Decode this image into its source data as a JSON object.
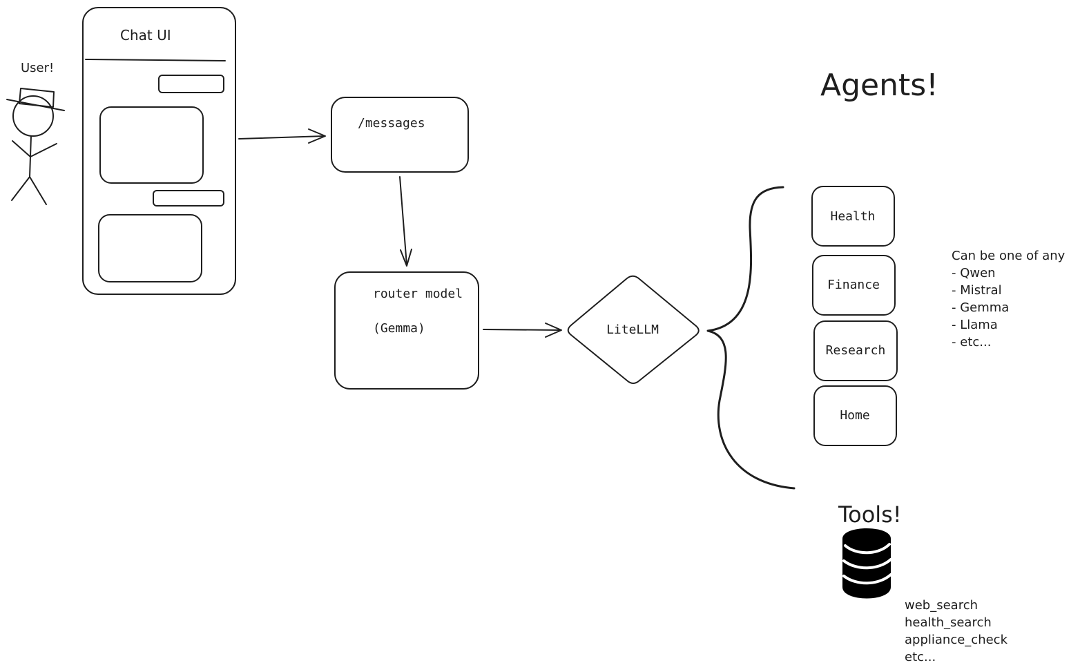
{
  "user": {
    "label": "User!"
  },
  "chat_ui": {
    "title": "Chat UI"
  },
  "endpoint": {
    "label": "/messages"
  },
  "router": {
    "line1": "router model",
    "line2": "(Gemma)"
  },
  "gateway": {
    "label": "LiteLLM"
  },
  "agents": {
    "title": "Agents!",
    "items": [
      {
        "label": "Health"
      },
      {
        "label": "Finance"
      },
      {
        "label": "Research"
      },
      {
        "label": "Home"
      }
    ],
    "models_note": {
      "lines": [
        "Can be one of any",
        "- Qwen",
        "- Mistral",
        "- Gemma",
        "- Llama",
        "- etc..."
      ]
    }
  },
  "tools": {
    "title": "Tools!",
    "icon": "database-icon",
    "items": [
      "web_search",
      "health_search",
      "appliance_check",
      "etc..."
    ]
  }
}
